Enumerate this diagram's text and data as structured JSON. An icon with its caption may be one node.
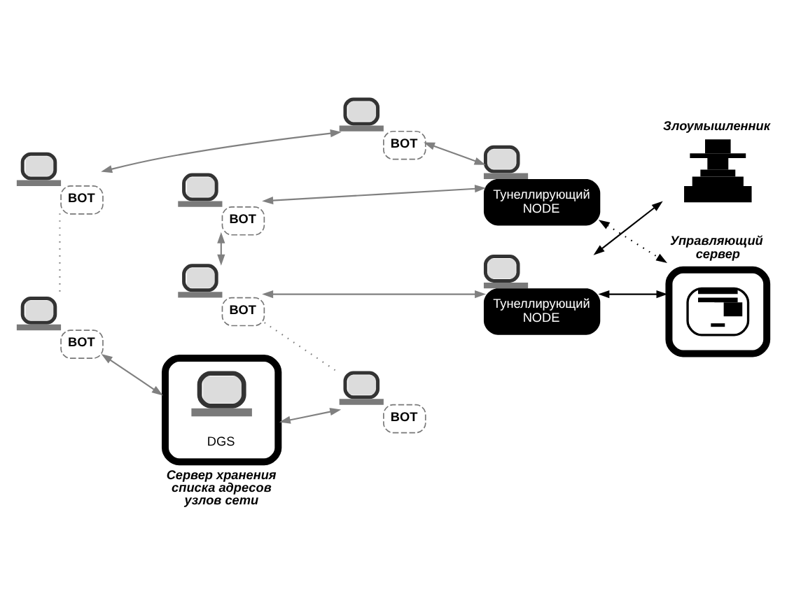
{
  "diagram": {
    "nodes": [
      {
        "text": [
          "BOT"
        ]
      },
      {
        "text": [
          "BOT"
        ]
      },
      {
        "text": [
          "BOT"
        ]
      },
      {
        "text": [
          "Тунеллирующий NODE"
        ]
      },
      {
        "text": [
          "Злоумышленник"
        ]
      },
      {
        "text": [
          "BOT"
        ]
      },
      {
        "text": [
          "Тунеллирующий NODE"
        ]
      },
      {
        "text": [
          "Управляющий сервер"
        ]
      },
      {
        "text": [
          "BOT"
        ]
      },
      {
        "text": [
          "BOT"
        ]
      },
      {
        "text": [
          "DGS"
        ],
        "beside": [
          "Сервер хранения списка адресов узлов сети"
        ]
      }
    ],
    "edges": [
      {
        "from": 0,
        "to": 3,
        "arrow": "both"
      },
      {
        "from": 0,
        "to": 5,
        "arrow": "both"
      },
      {
        "from": 1,
        "to": 2,
        "arrow": "both"
      },
      {
        "from": 2,
        "to": 3,
        "arrow": "both"
      },
      {
        "from": 5,
        "to": 6,
        "arrow": "both"
      },
      {
        "from": 6,
        "to": 4,
        "arrow": "both",
        "color": "#000000"
      },
      {
        "from": 3,
        "to": 7,
        "arrow": "both",
        "style": "dashed",
        "color": "#000000"
      },
      {
        "from": 6,
        "to": 7,
        "arrow": "both",
        "color": "#000000"
      },
      {
        "from": 1,
        "to": 8,
        "arrow": "none",
        "style": "dashed"
      },
      {
        "from": 5,
        "to": 9,
        "arrow": "none",
        "style": "dashed"
      },
      {
        "from": 8,
        "to": 10,
        "arrow": "both"
      },
      {
        "from": 9,
        "to": 10,
        "arrow": "both"
      }
    ]
  }
}
